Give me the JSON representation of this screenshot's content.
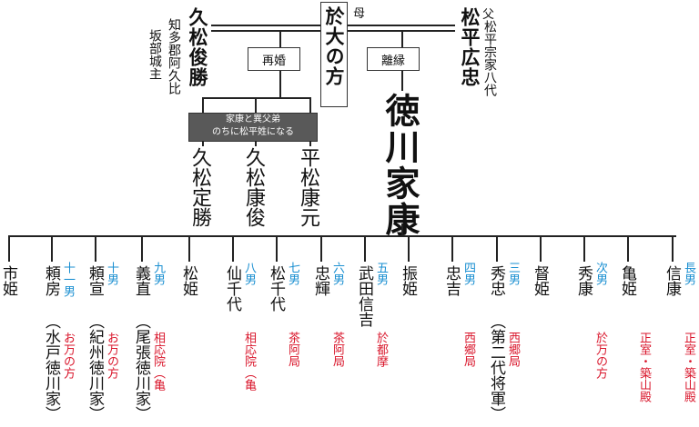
{
  "top": {
    "mother_label": "母",
    "father_label": "父",
    "mother_name": "於大の方",
    "stepfather_name": "久松俊勝",
    "stepfather_desc": "知多郡阿久比坂部城主",
    "father_name": "松平広忠",
    "father_desc": "松平宗家八代",
    "remarriage": "再婚",
    "divorce": "離縁",
    "ieyasu": "徳川家康",
    "half_brothers_note_line1": "家康と異父弟",
    "half_brothers_note_line2": "のちに松平姓になる"
  },
  "half_brothers": [
    "久松定勝",
    "久松康俊",
    "平松康元"
  ],
  "children": [
    {
      "name": "市姫",
      "order": "",
      "mother": "",
      "note": ""
    },
    {
      "name": "頼房",
      "order": "十一男",
      "mother": "お万の方",
      "note": "（水戸徳川家）"
    },
    {
      "name": "頼宣",
      "order": "十男",
      "mother": "お万の方",
      "note": "（紀州徳川家）"
    },
    {
      "name": "義直",
      "order": "九男",
      "mother": "相応院（亀",
      "note": "（尾張徳川家）"
    },
    {
      "name": "松姫",
      "order": "",
      "mother": "",
      "note": ""
    },
    {
      "name": "仙千代",
      "order": "八男",
      "mother": "相応院（亀",
      "note": ""
    },
    {
      "name": "松千代",
      "order": "七男",
      "mother": "茶阿局",
      "note": ""
    },
    {
      "name": "忠輝",
      "order": "六男",
      "mother": "茶阿局",
      "note": ""
    },
    {
      "name": "武田信吉",
      "order": "五男",
      "mother": "於都摩",
      "note": ""
    },
    {
      "name": "振姫",
      "order": "",
      "mother": "",
      "note": ""
    },
    {
      "name": "忠吉",
      "order": "四男",
      "mother": "西郷局",
      "note": ""
    },
    {
      "name": "秀忠",
      "order": "三男",
      "mother": "西郷局",
      "note": "（第二代将軍）"
    },
    {
      "name": "督姫",
      "order": "",
      "mother": "",
      "note": ""
    },
    {
      "name": "秀康",
      "order": "次男",
      "mother": "於万の方",
      "note": ""
    },
    {
      "name": "亀姫",
      "order": "",
      "mother": "正室・築山殿",
      "note": ""
    },
    {
      "name": "信康",
      "order": "長男",
      "mother": "正室・築山殿",
      "note": ""
    }
  ]
}
